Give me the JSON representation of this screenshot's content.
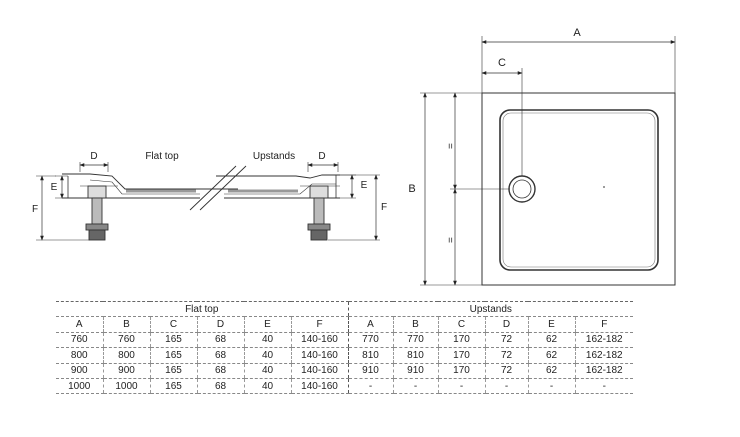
{
  "labels": {
    "flat_top": "Flat top",
    "upstands": "Upstands",
    "A": "A",
    "B": "B",
    "C": "C",
    "D": "D",
    "E": "E",
    "F": "F",
    "eq": "="
  },
  "table": {
    "group_flat": "Flat top",
    "group_up": "Upstands",
    "headers": [
      "A",
      "B",
      "C",
      "D",
      "E",
      "F",
      "A",
      "B",
      "C",
      "D",
      "E",
      "F"
    ],
    "rows": [
      [
        "760",
        "760",
        "165",
        "68",
        "40",
        "140-160",
        "770",
        "770",
        "170",
        "72",
        "62",
        "162-182"
      ],
      [
        "800",
        "800",
        "165",
        "68",
        "40",
        "140-160",
        "810",
        "810",
        "170",
        "72",
        "62",
        "162-182"
      ],
      [
        "900",
        "900",
        "165",
        "68",
        "40",
        "140-160",
        "910",
        "910",
        "170",
        "72",
        "62",
        "162-182"
      ],
      [
        "1000",
        "1000",
        "165",
        "68",
        "40",
        "140-160",
        "-",
        "-",
        "-",
        "-",
        "-",
        "-"
      ]
    ]
  }
}
